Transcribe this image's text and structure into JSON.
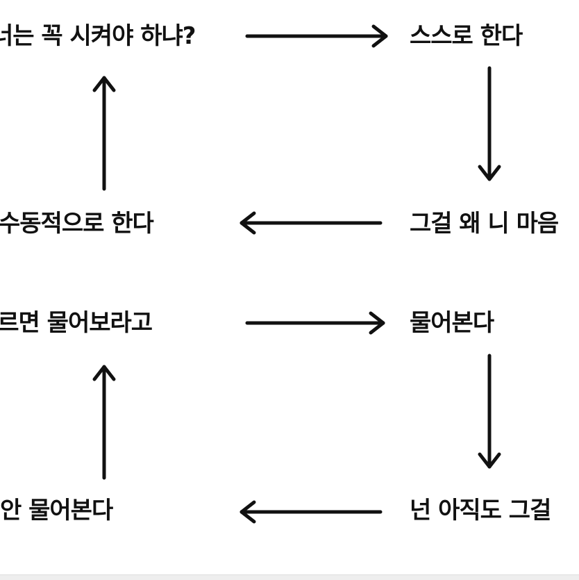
{
  "nodes": {
    "q_must_be_told": "너는 꼭 시켜야 하냐?",
    "does_on_own": "스스로 한다",
    "why_your_way": "그걸 왜 니 마음",
    "does_passively": "수동적으로 한다",
    "ask_if_unsure": "모르면 물어보라고",
    "asks": "물어본다",
    "still_dont_know": "넌 아직도 그걸",
    "doesnt_ask": "안 물어본다"
  }
}
